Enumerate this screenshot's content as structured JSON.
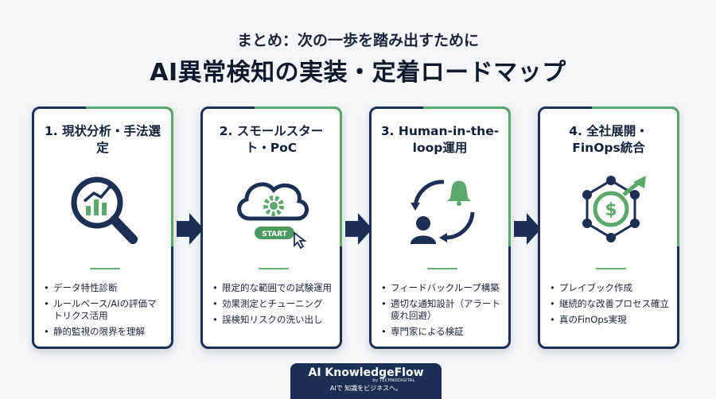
{
  "header": {
    "subtitle": "まとめ：次の一歩を踏み出すために",
    "title": "AI異常検知の実装・定着ロードマップ"
  },
  "steps": [
    {
      "title": "1. 現状分析・手法選定",
      "icon": "magnifier-chart-icon",
      "bullets": [
        "データ特性診断",
        "ルールベース/AIの評価マトリクス活用",
        "静的監視の限界を理解"
      ]
    },
    {
      "title": "2. スモールスタート・PoC",
      "icon": "cloud-gear-start-icon",
      "start_label": "START",
      "bullets": [
        "限定的な範囲での試験運用",
        "効果測定とチューニング",
        "誤検知リスクの洗い出し"
      ]
    },
    {
      "title": "3. Human-in-the-loop運用",
      "icon": "person-cycle-bell-icon",
      "bullets": [
        "フィードバックループ構築",
        "適切な通知設計（アラート疲れ回避）",
        "専門家による検証"
      ]
    },
    {
      "title": "4. 全社展開・FinOps統合",
      "icon": "dollar-network-icon",
      "bullets": [
        "プレイブック作成",
        "継続的な改善プロセス確立",
        "真のFinOps実現"
      ]
    }
  ],
  "footer": {
    "brand": "AI KnowledgeFlow",
    "by": "by TECHNODIGITAL",
    "tagline": "AIで 知識をビジネスへ。"
  },
  "colors": {
    "navy": "#1d2f55",
    "green": "#5aa86b"
  }
}
